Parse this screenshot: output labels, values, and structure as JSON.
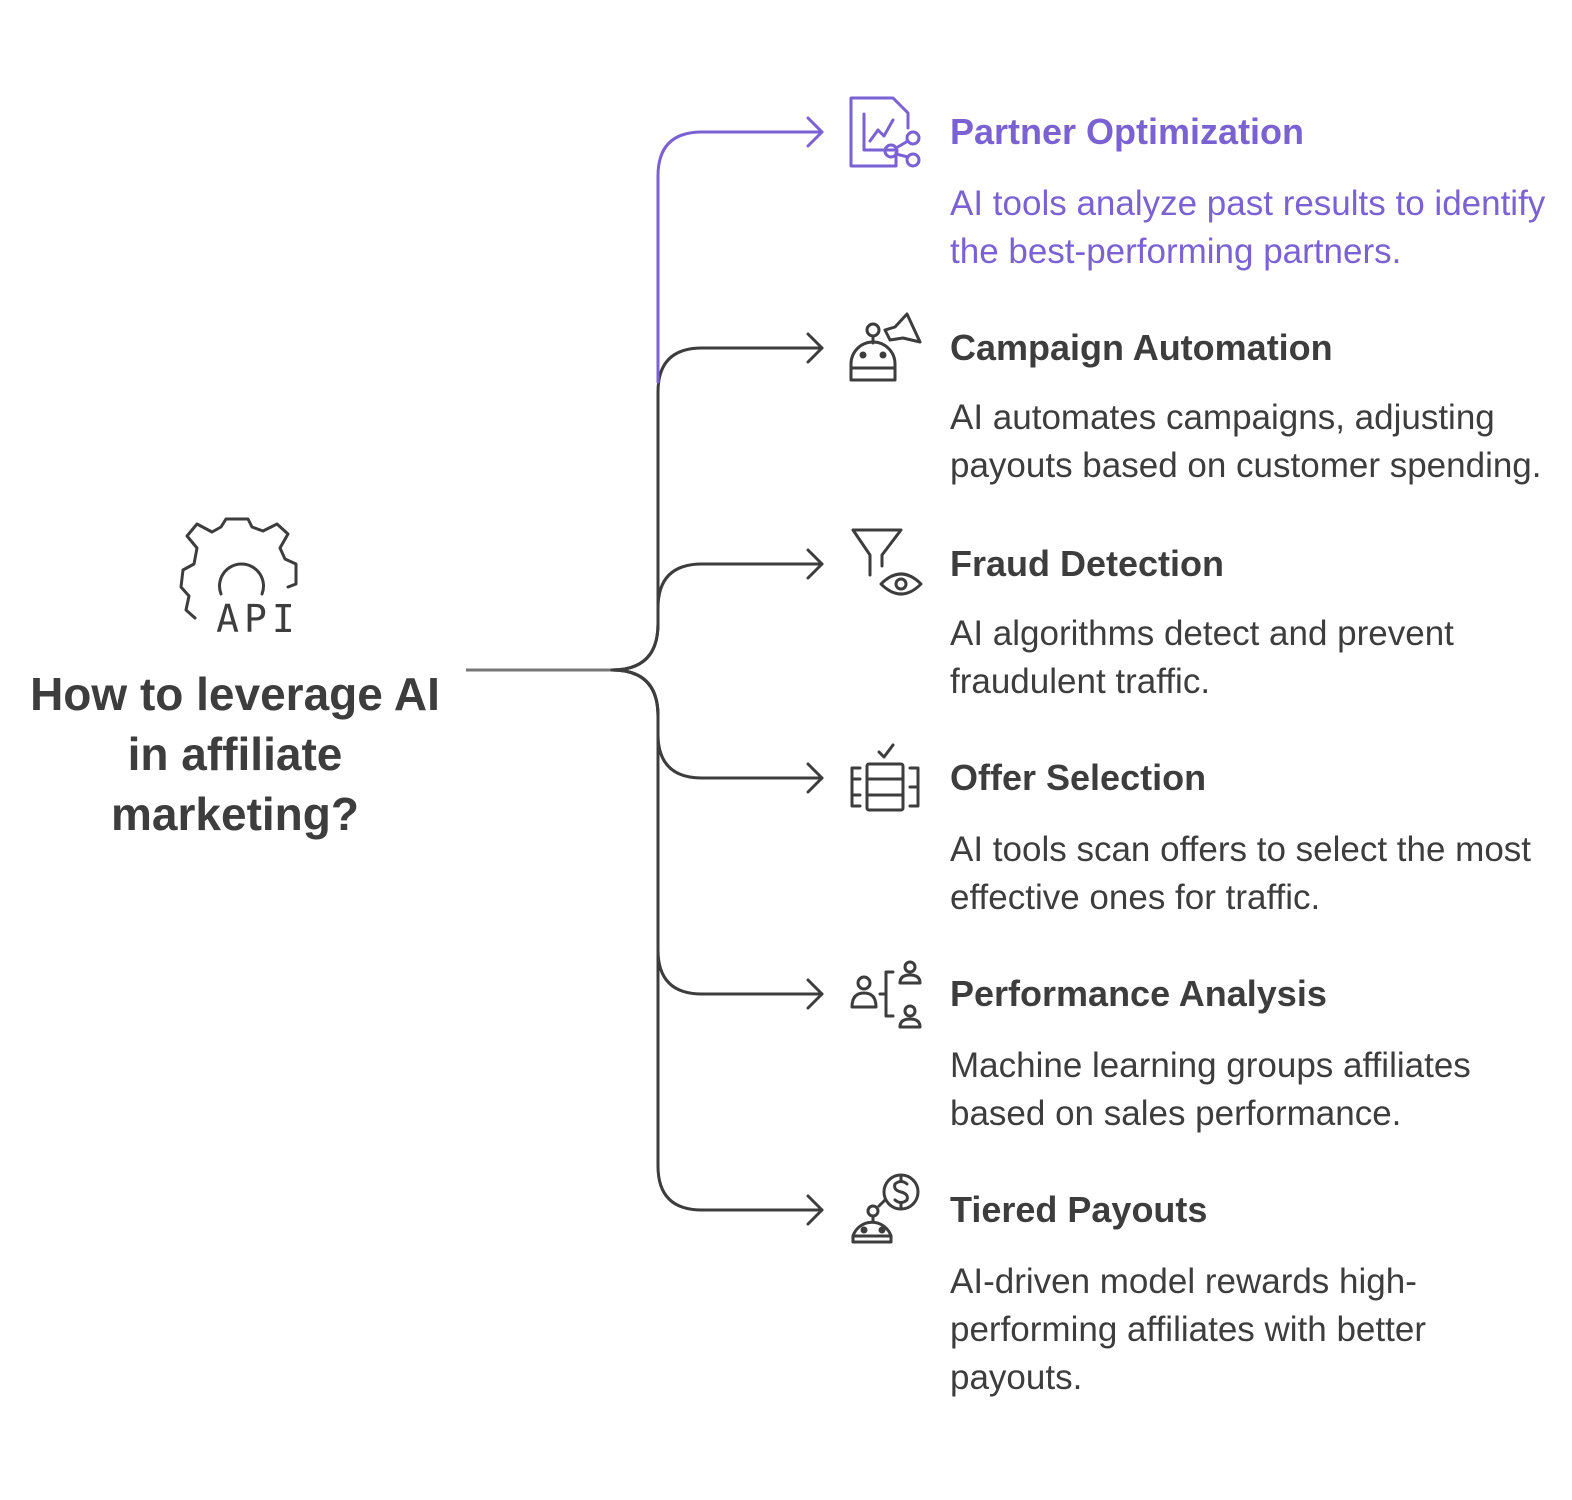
{
  "title": "How to leverage AI in affiliate marketing?",
  "hub_icon": {
    "name": "gear-api-icon",
    "label": "API"
  },
  "colors": {
    "text_dark": "#3d3d3d",
    "accent": "#7b62d4",
    "connector": "#3d3d3d",
    "trunk": "#777777"
  },
  "branches": [
    {
      "title": "Partner Optimization",
      "description": "AI tools analyze past results to identify the best-performing partners.",
      "icon": "document-chart-share-icon",
      "highlighted": true
    },
    {
      "title": "Campaign Automation",
      "description": "AI automates campaigns, adjusting payouts based on customer spending.",
      "icon": "robot-megaphone-icon",
      "highlighted": false
    },
    {
      "title": "Fraud Detection",
      "description": "AI algorithms detect and prevent fraudulent traffic.",
      "icon": "funnel-eye-icon",
      "highlighted": false
    },
    {
      "title": "Offer Selection",
      "description": "AI tools scan offers to select the most effective ones for traffic.",
      "icon": "offer-list-check-icon",
      "highlighted": false
    },
    {
      "title": "Performance Analysis",
      "description": "Machine learning groups affiliates based on sales performance.",
      "icon": "user-groups-icon",
      "highlighted": false
    },
    {
      "title": "Tiered Payouts",
      "description": "AI-driven model rewards high-performing affiliates with better payouts.",
      "icon": "robot-dollar-icon",
      "highlighted": false
    }
  ]
}
